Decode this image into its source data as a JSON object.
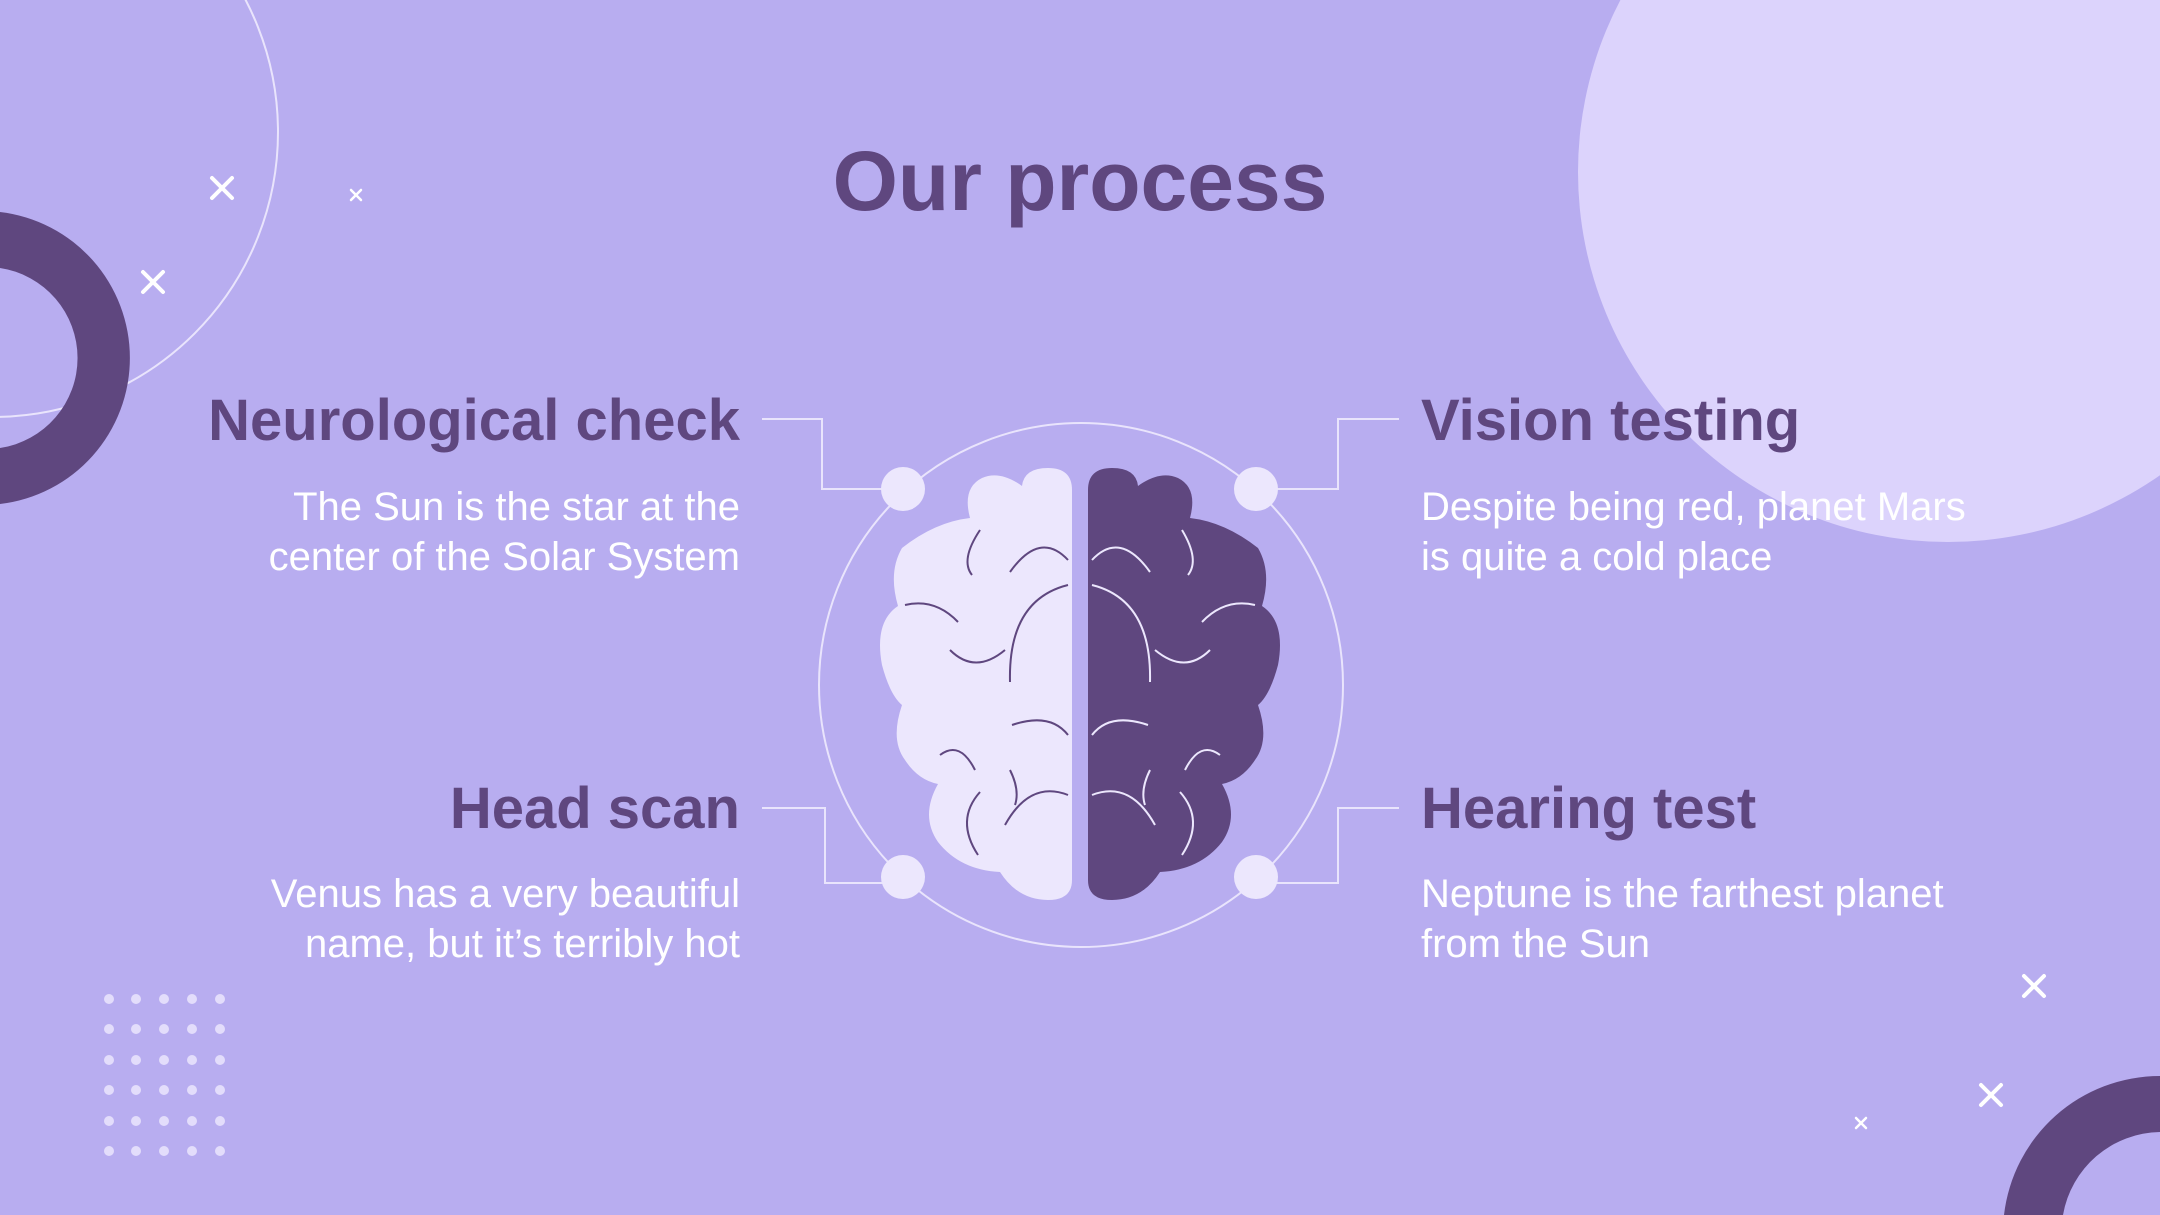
{
  "slide": {
    "title": "Our process",
    "steps": {
      "top_left": {
        "title": "Neurological check",
        "description": "The Sun is the star at the center of the Solar System"
      },
      "bottom_left": {
        "title": "Head scan",
        "description": "Venus has a very beautiful name, but it’s terribly hot"
      },
      "top_right": {
        "title": "Vision testing",
        "description": "Despite being red, planet Mars is quite a cold place"
      },
      "bottom_right": {
        "title": "Hearing test",
        "description": "Neptune is the farthest planet from the Sun"
      }
    }
  },
  "colors": {
    "background": "#b8adf0",
    "accent_dark": "#5f477f",
    "accent_light": "#ece7fd",
    "circle_light": "#dcd3fc",
    "text_light": "#ffffff"
  },
  "icons": [
    "brain-icon",
    "cross-icon",
    "dot-grid",
    "ring-arc"
  ]
}
